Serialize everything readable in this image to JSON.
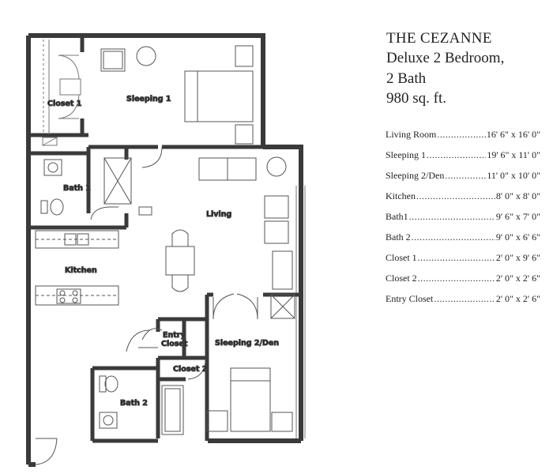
{
  "plan": {
    "name": "THE CEZANNE",
    "type": "Deluxe 2 Bedroom,",
    "baths": "2 Bath",
    "area": "980 sq. ft."
  },
  "room_labels": {
    "closet1": "Closet 1",
    "sleeping1": "Sleeping 1",
    "bath1": "Bath 1",
    "living": "Living",
    "kitchen": "Kitchen",
    "entry_closet_line1": "Entry",
    "entry_closet_line2": "Closet",
    "closet2": "Closet 2",
    "sleeping2": "Sleeping 2/Den",
    "bath2": "Bath 2"
  },
  "dimensions": [
    {
      "room": "Living Room",
      "size": "16' 6\" x 16' 0\""
    },
    {
      "room": "Sleeping 1",
      "size": "19' 6\" x 11' 0\""
    },
    {
      "room": "Sleeping 2/Den",
      "size": "11' 0\" x 10' 0\""
    },
    {
      "room": "Kitchen",
      "size": "8' 0\" x 8' 0\""
    },
    {
      "room": "Bath1",
      "size": "9' 6\" x 7' 0\""
    },
    {
      "room": "Bath 2",
      "size": "9' 0\" x 6' 6\""
    },
    {
      "room": "Closet 1",
      "size": "2' 0\" x 9' 6\""
    },
    {
      "room": "Closet 2",
      "size": "2' 0\" x 2' 6\""
    },
    {
      "room": "Entry Closet",
      "size": "2' 0\" x 2' 6\""
    }
  ]
}
